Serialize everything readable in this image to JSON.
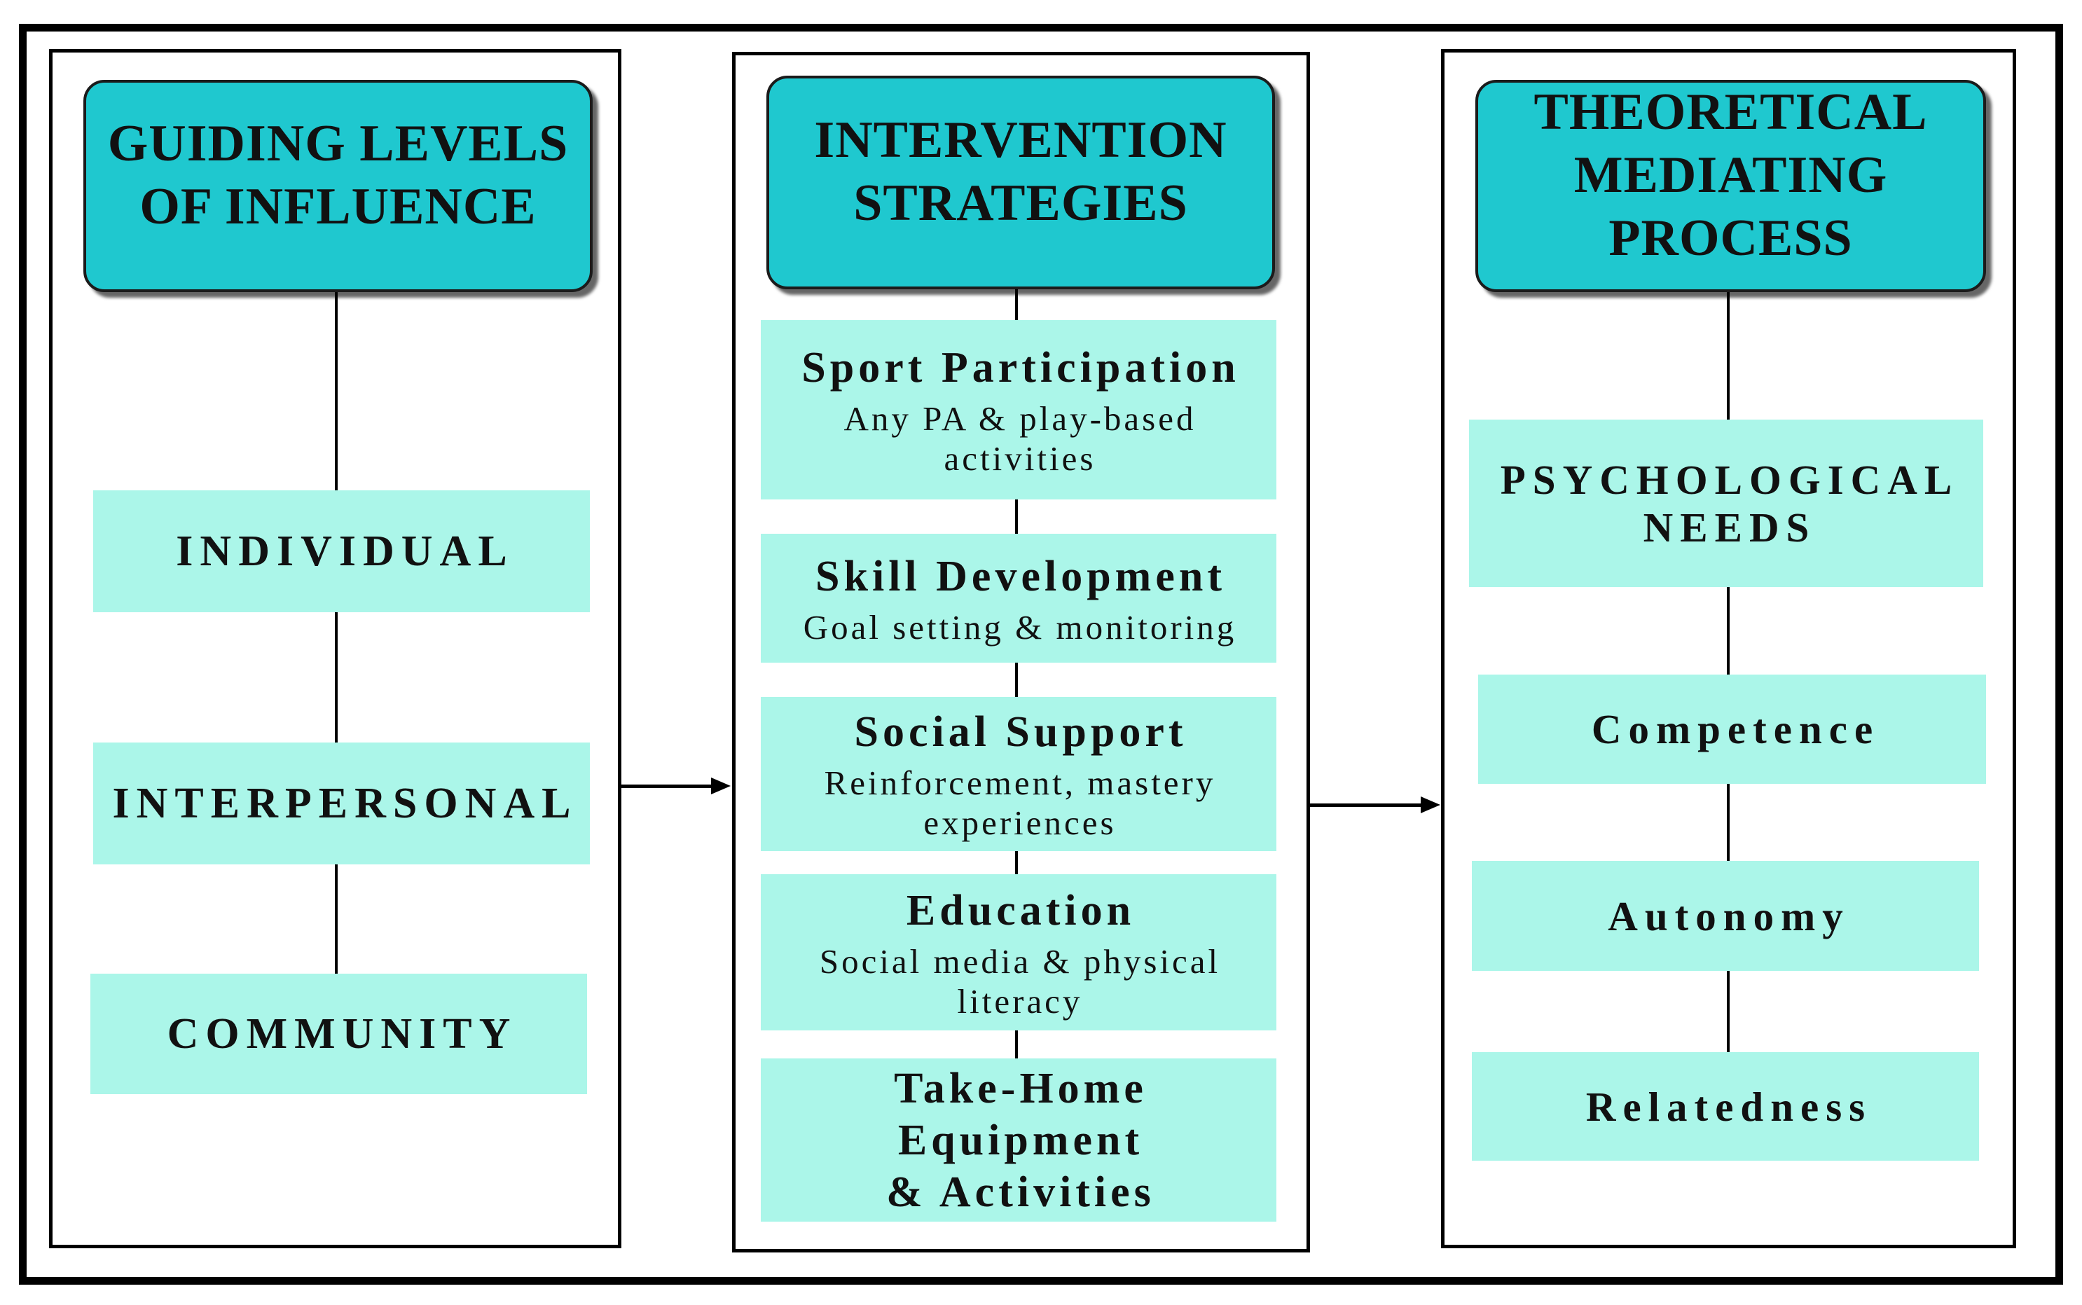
{
  "colors": {
    "header_fill": "#1FC8CF",
    "box_fill": "#ABF6E9",
    "line": "#000000"
  },
  "columns": [
    {
      "header": "GUIDING LEVELS\nOF INFLUENCE",
      "items": [
        {
          "label": "INDIVIDUAL"
        },
        {
          "label": "INTERPERSONAL"
        },
        {
          "label": "COMMUNITY"
        }
      ]
    },
    {
      "header": "INTERVENTION\nSTRATEGIES",
      "items": [
        {
          "title": "Sport Participation",
          "description": "Any PA & play-based\nactivities"
        },
        {
          "title": "Skill Development",
          "description": "Goal setting & monitoring"
        },
        {
          "title": "Social Support",
          "description": "Reinforcement, mastery\nexperiences"
        },
        {
          "title": "Education",
          "description": "Social media & physical\nliteracy"
        },
        {
          "title": "Take-Home\nEquipment\n& Activities"
        }
      ]
    },
    {
      "header": "THEORETICAL\nMEDIATING\nPROCESS",
      "items": [
        {
          "label": "PSYCHOLOGICAL\nNEEDS"
        },
        {
          "label": "Competence"
        },
        {
          "label": "Autonomy"
        },
        {
          "label": "Relatedness"
        }
      ]
    }
  ]
}
